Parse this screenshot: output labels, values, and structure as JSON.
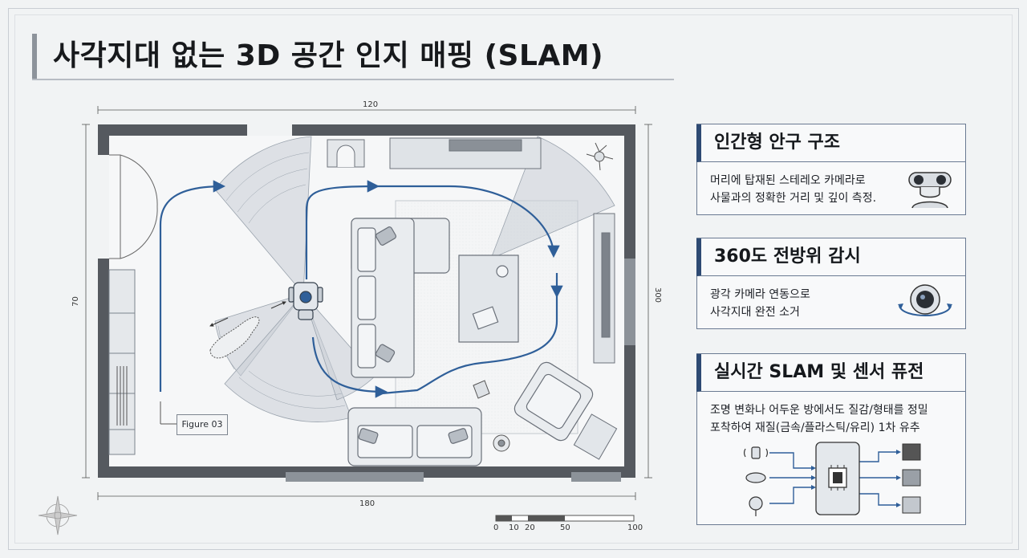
{
  "title": "사각지대 없는 3D 공간 인지 매핑 (SLAM)",
  "plan": {
    "dim_top": "120",
    "dim_bottom": "180",
    "dim_left": "70",
    "dim_right": "300",
    "figure_label": "Figure 03",
    "scale": [
      "0",
      "10",
      "20",
      "50",
      "100"
    ]
  },
  "cards": [
    {
      "heading": "인간형 안구 구조",
      "lines": [
        "머리에 탑재된 스테레오 카메라로",
        "사물과의 정확한 거리 및 깊이 측정."
      ],
      "icon": "stereo-camera-head-icon"
    },
    {
      "heading": "360도 전방위 감시",
      "lines": [
        "광각 카메라 연동으로",
        "사각지대 완전 소거"
      ],
      "icon": "wide-angle-camera-icon"
    },
    {
      "heading": "실시간 SLAM 및 센서 퓨전",
      "lines": [
        "조명 변화나 어두운 방에서도 질감/형태를 정밀",
        "포착하여 재질(금속/플라스틱/유리) 1차 유추"
      ],
      "icon": "sensor-fusion-diagram-icon"
    }
  ],
  "colors": {
    "wall": "#55595f",
    "path": "#2f5f99",
    "fov": "#9aa3ad",
    "accent": "#2e4a73",
    "card_border": "#6a7a92"
  }
}
